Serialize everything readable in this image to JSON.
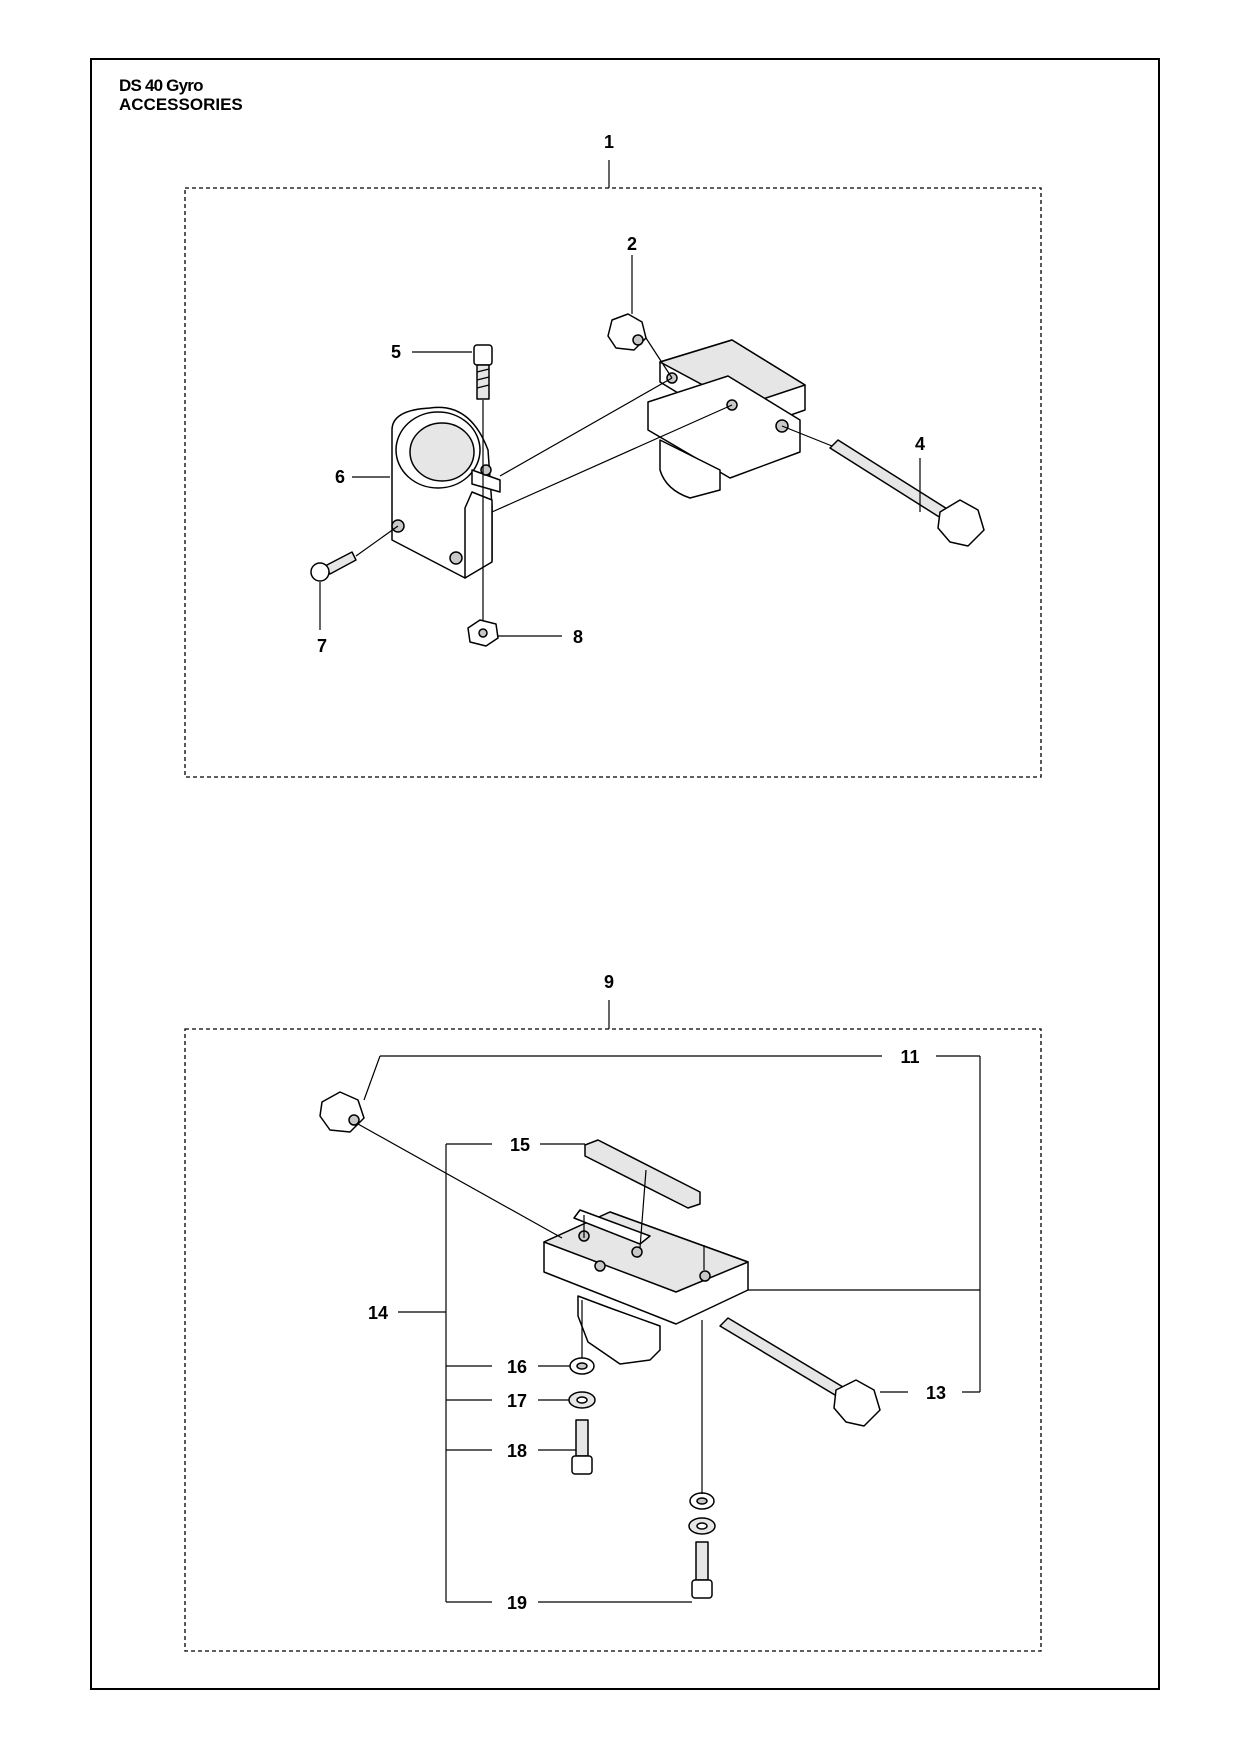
{
  "header": {
    "model": "DS 40 Gyro",
    "section": "ACCESSORIES"
  },
  "callouts": {
    "c1": "1",
    "c2": "2",
    "c4": "4",
    "c5": "5",
    "c6": "6",
    "c7": "7",
    "c8": "8",
    "c9": "9",
    "c11": "11",
    "c13": "13",
    "c14": "14",
    "c15": "15",
    "c16": "16",
    "c17": "17",
    "c18": "18",
    "c19": "19"
  }
}
